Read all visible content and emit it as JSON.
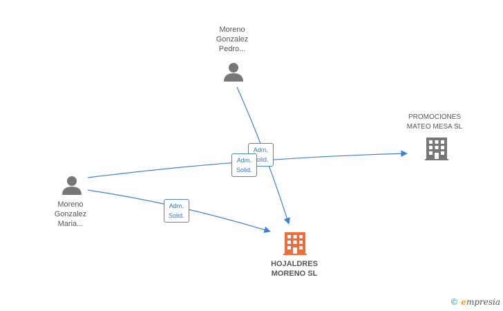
{
  "nodes": {
    "pedro": {
      "lines": [
        "Moreno",
        "Gonzalez",
        "Pedro..."
      ],
      "icon": "person-icon",
      "color": "#777777"
    },
    "maria": {
      "lines": [
        "Moreno",
        "Gonzalez",
        "Maria..."
      ],
      "icon": "person-icon",
      "color": "#777777"
    },
    "promociones": {
      "lines": [
        "PROMOCIONES",
        "MATEO MESA SL"
      ],
      "icon": "building-icon",
      "color": "#777777"
    },
    "hojaldres": {
      "lines": [
        "HOJALDRES",
        "MORENO SL"
      ],
      "icon": "building-icon",
      "color": "#f26b3a"
    }
  },
  "edges": {
    "pedro_hojaldres": {
      "from": "Moreno Gonzalez Pedro...",
      "to": "HOJALDRES MORENO SL",
      "label": [
        "Adm.",
        "Solid."
      ]
    },
    "maria_promociones": {
      "from": "Moreno Gonzalez Maria...",
      "to": "PROMOCIONES MATEO MESA SL",
      "label": [
        "Adm.",
        "Solid."
      ]
    },
    "maria_hojaldres": {
      "from": "Moreno Gonzalez Maria...",
      "to": "HOJALDRES MORENO SL",
      "label": [
        "Adm.",
        "Solid."
      ]
    }
  },
  "colors": {
    "edge": "#3f7fcf",
    "badge_border": "#4a86c8",
    "badge_text": "#3a72b8"
  },
  "footer": {
    "copyright": "©",
    "brand_initial": "e",
    "brand_rest": "mpresia"
  }
}
